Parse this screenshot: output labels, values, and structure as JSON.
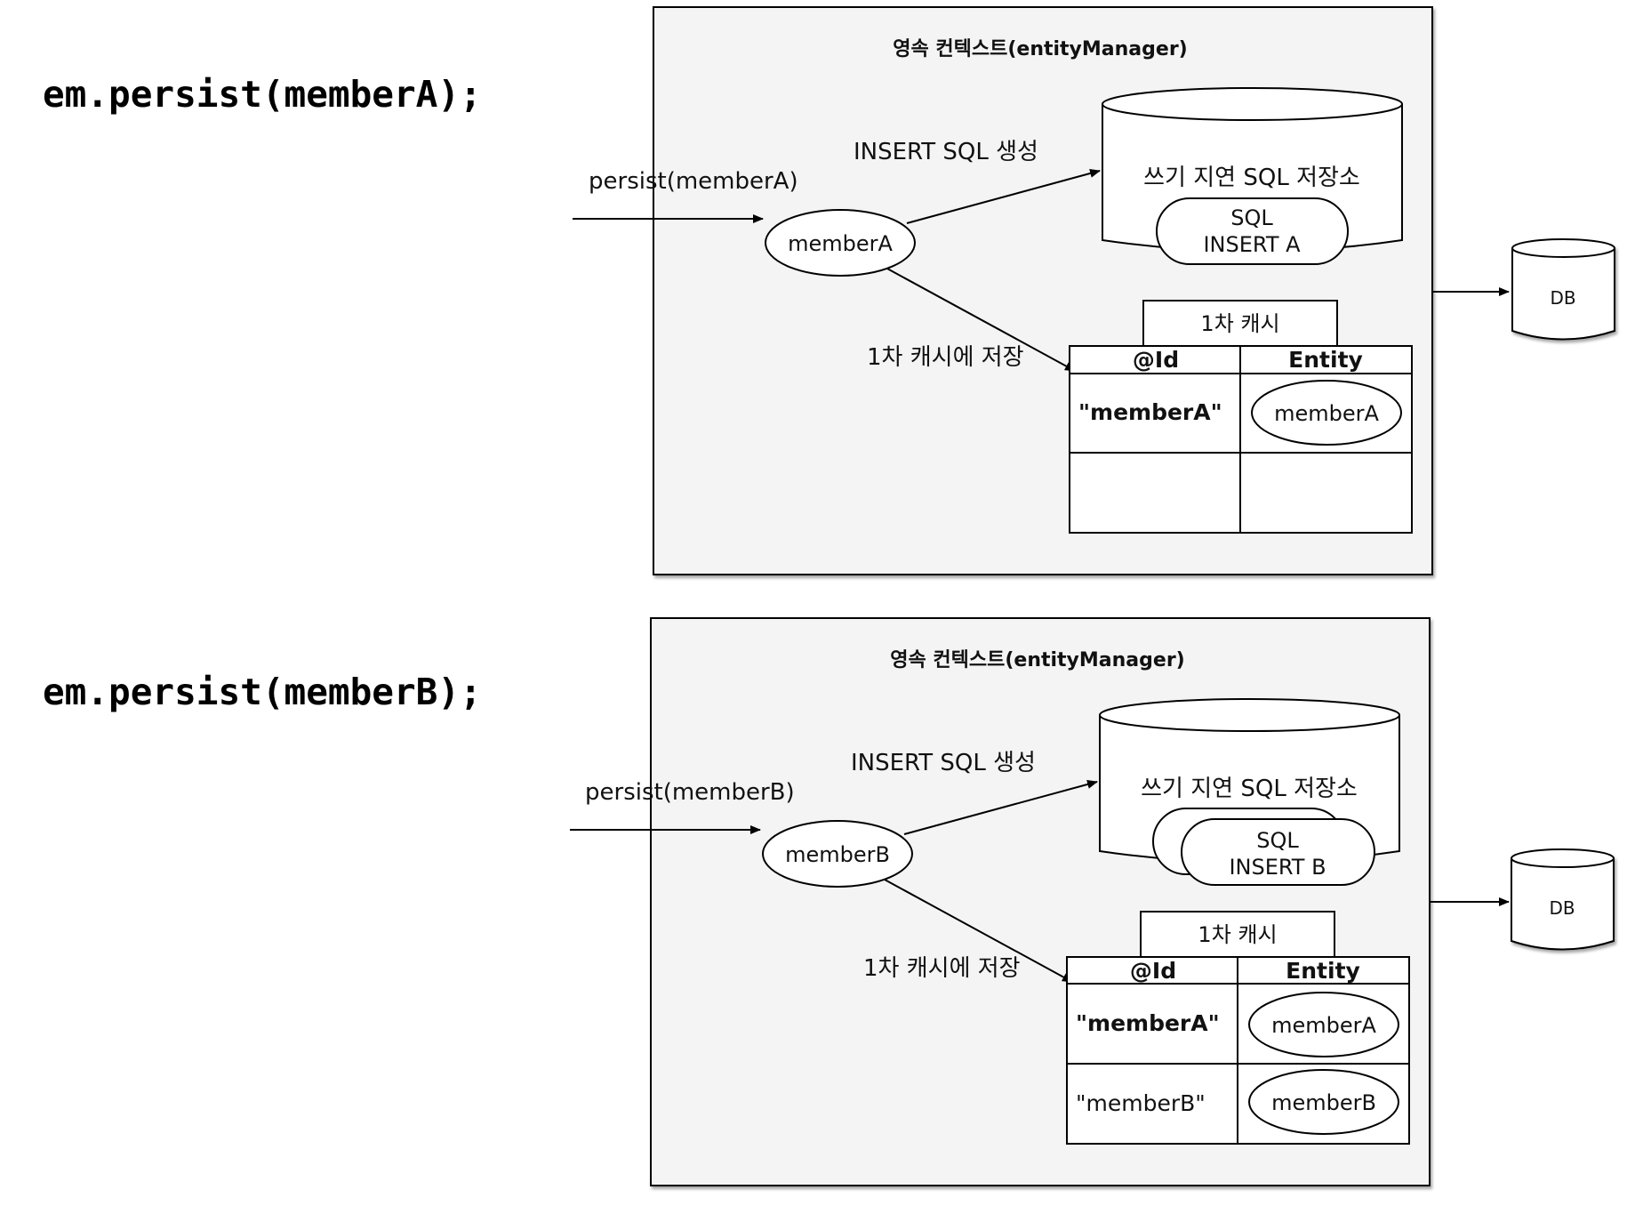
{
  "panels": [
    {
      "code": "em.persist(memberA);",
      "context_title": "영속 컨텍스트(entityManager)",
      "call_label": "persist(memberA)",
      "entity_node": "memberA",
      "sql_label": "INSERT SQL 생성",
      "store_label": "쓰기 지연 SQL 저장소",
      "sql_items": [
        {
          "line1": "SQL",
          "line2": "INSERT A"
        }
      ],
      "cache_edge_label": "1차 캐시에 저장",
      "cache_tab": "1차 캐시",
      "cache_header": {
        "id": "@Id",
        "entity": "Entity"
      },
      "cache_rows": [
        {
          "id": "\"memberA\"",
          "entity": "memberA",
          "id_bold": true
        }
      ],
      "db_label": "DB"
    },
    {
      "code": "em.persist(memberB);",
      "context_title": "영속 컨텍스트(entityManager)",
      "call_label": "persist(memberB)",
      "entity_node": "memberB",
      "sql_label": "INSERT SQL 생성",
      "store_label": "쓰기 지연 SQL 저장소",
      "sql_items": [
        {
          "line1": "",
          "line2": ""
        },
        {
          "line1": "SQL",
          "line2": "INSERT B"
        }
      ],
      "cache_edge_label": "1차 캐시에 저장",
      "cache_tab": "1차 캐시",
      "cache_header": {
        "id": "@Id",
        "entity": "Entity"
      },
      "cache_rows": [
        {
          "id": "\"memberA\"",
          "entity": "memberA",
          "id_bold": true
        },
        {
          "id": "\"memberB\"",
          "entity": "memberB",
          "id_bold": false
        }
      ],
      "db_label": "DB"
    }
  ]
}
